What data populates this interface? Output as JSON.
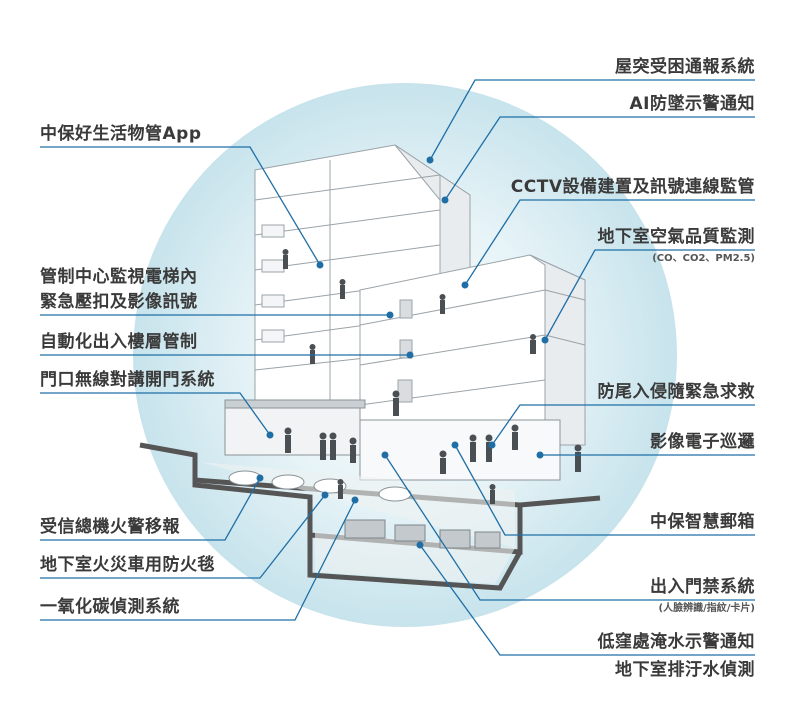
{
  "colors": {
    "accent": "#1f6fa6",
    "halo": "#cfe7ef",
    "text": "#3a3a3a"
  },
  "labels": {
    "rooftop_alarm": "屋突受困通報系統",
    "ai_fall": "AI防墜示警通知",
    "cctv": "CCTV設備建置及訊號連線監管",
    "air_quality": "地下室空氣品質監測",
    "air_quality_note": "(CO、CO2、PM2.5)",
    "tailgating": "防尾入侵隨緊急求救",
    "patrol": "影像電子巡邏",
    "smart_mailbox": "中保智慧郵箱",
    "access": "出入門禁系統",
    "access_note": "(人臉辨識/指紋/卡片)",
    "flood": "低窪處淹水示警通知",
    "sewage": "地下室排汙水偵測",
    "app": "中保好生活物管App",
    "elevator_line1": "管制中心監視電梯內",
    "elevator_line2": "緊急壓扣及影像訊號",
    "floor_control": "自動化出入樓層管制",
    "intercom": "門口無線對講開門系統",
    "fire_alarm": "受信總機火警移報",
    "fire_blanket": "地下室火災車用防火毯",
    "co_detect": "一氧化碳偵測系統"
  }
}
